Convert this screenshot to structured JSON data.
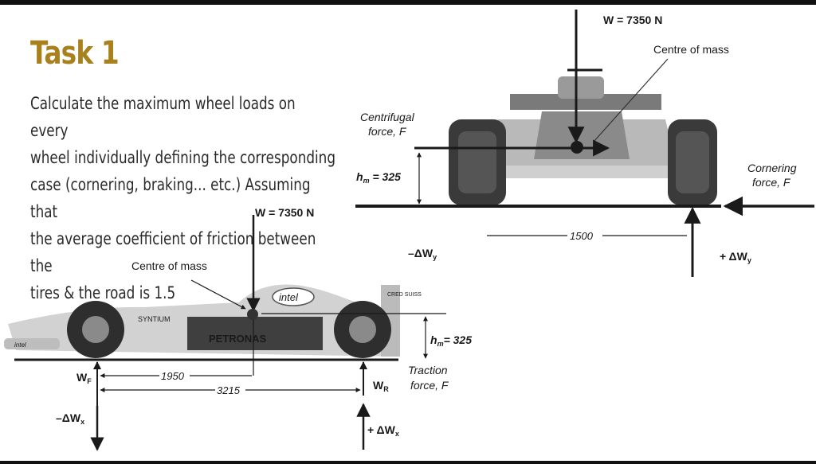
{
  "task": {
    "title": "Task 1",
    "text": "Calculate the maximum wheel loads on every\nwheel individually defining the corresponding\ncase (cornering, braking... etc.) Assuming that\nthe average coefficient of friction between the\ntires & the road is 1.5"
  },
  "front_view": {
    "weight": "W = 7350 N",
    "centre_of_mass": "Centre of mass",
    "centrifugal_1": "Centrifugal",
    "centrifugal_2": "force, F",
    "hm": "h",
    "hm_sub": "m",
    "hm_value": " = 325",
    "cornering_1": "Cornering",
    "cornering_2": "force, F",
    "track": "1500",
    "minus_dwy": "–ΔW",
    "minus_dwy_sub": "y",
    "plus_dwy": "+ ΔW",
    "plus_dwy_sub": "y"
  },
  "side_view": {
    "weight": "W = 7350 N",
    "centre_of_mass": "Centre of mass",
    "hm": "h",
    "hm_sub": "m",
    "hm_value": "= 325",
    "traction_1": "Traction",
    "traction_2": "force, F",
    "wf": "W",
    "wf_sub": "F",
    "wr": "W",
    "wr_sub": "R",
    "dim_cg": "1950",
    "dim_wheelbase": "3215",
    "minus_dwx": "–ΔW",
    "minus_dwx_sub": "x",
    "plus_dwx": "+ ΔW",
    "plus_dwx_sub": "x",
    "livery_1": "intel",
    "livery_2": "PETRONAS",
    "livery_3": "SYNTIUM",
    "livery_4": "CRED SUISS",
    "livery_5": "intel"
  },
  "colors": {
    "title": "#a8801c",
    "ink": "#1a1a1a"
  }
}
